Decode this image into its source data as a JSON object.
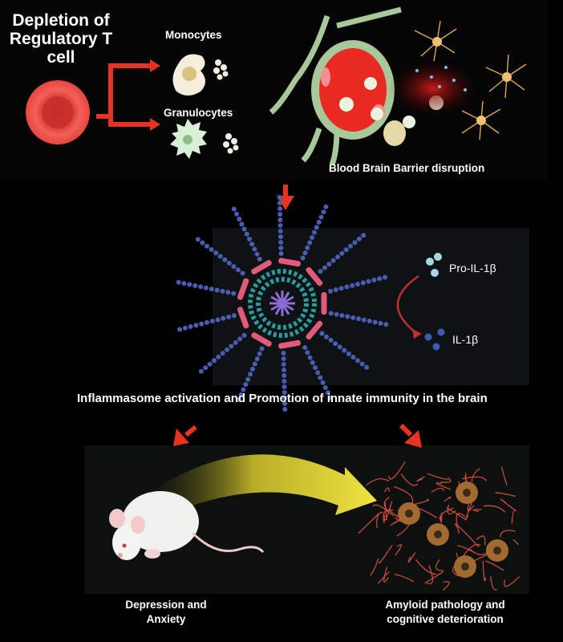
{
  "top": {
    "title": "Depletion of Regulatory T cell",
    "monocytes": "Monocytes",
    "granulocytes": "Granulocytes",
    "bbb": "Blood Brain Barrier disruption"
  },
  "middle": {
    "pro_il1b": "Pro-IL-1β",
    "il1b": "IL-1β",
    "caption": "Inflammasome activation and Promotion of innate immunity in the brain"
  },
  "bottom": {
    "left_outcome": "Depression and Anxiety",
    "right_outcome": "Amyloid pathology and cognitive deterioration"
  },
  "colors": {
    "arrow_red": "#e63322",
    "cell_red": "#e8453c",
    "yellow_arrow": "#e8dc3a",
    "amyloid": "#c84a3a"
  }
}
